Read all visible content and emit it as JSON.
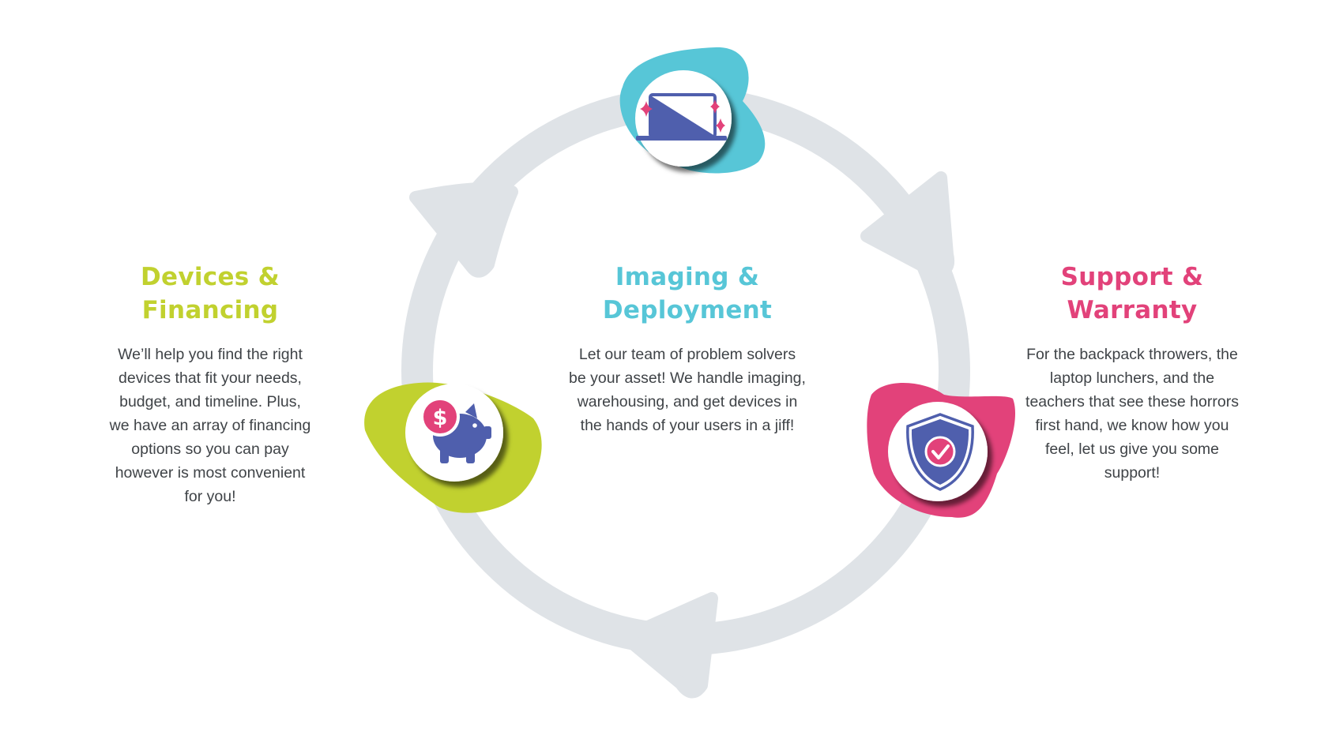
{
  "colors": {
    "ring": "#dfe3e7",
    "devices_accent": "#c1d12f",
    "imaging_accent": "#57c6d7",
    "support_accent": "#e2427a",
    "icon_primary": "#4f5fad",
    "icon_secondary": "#e2427a",
    "body_text": "#3f4347"
  },
  "devices": {
    "title_line1": "Devices &",
    "title_line2": "Financing",
    "body": "We’ll help you find the right devices that fit your needs, budget, and timeline. Plus, we have an array of financing options so you can pay however is most convenient for you!",
    "icon": "piggy-bank-icon",
    "badge_symbol": "$"
  },
  "imaging": {
    "title_line1": "Imaging &",
    "title_line2": "Deployment",
    "body": "Let our team of problem solvers be your asset! We handle imaging, warehousing, and get devices in the hands of your users in a jiff!",
    "icon": "laptop-sparkle-icon"
  },
  "support": {
    "title_line1": "Support &",
    "title_line2": "Warranty",
    "body": "For the backpack throwers, the laptop lunchers, and the teachers that see these horrors first hand, we know how you feel, let us give you some support!",
    "icon": "shield-check-icon"
  }
}
